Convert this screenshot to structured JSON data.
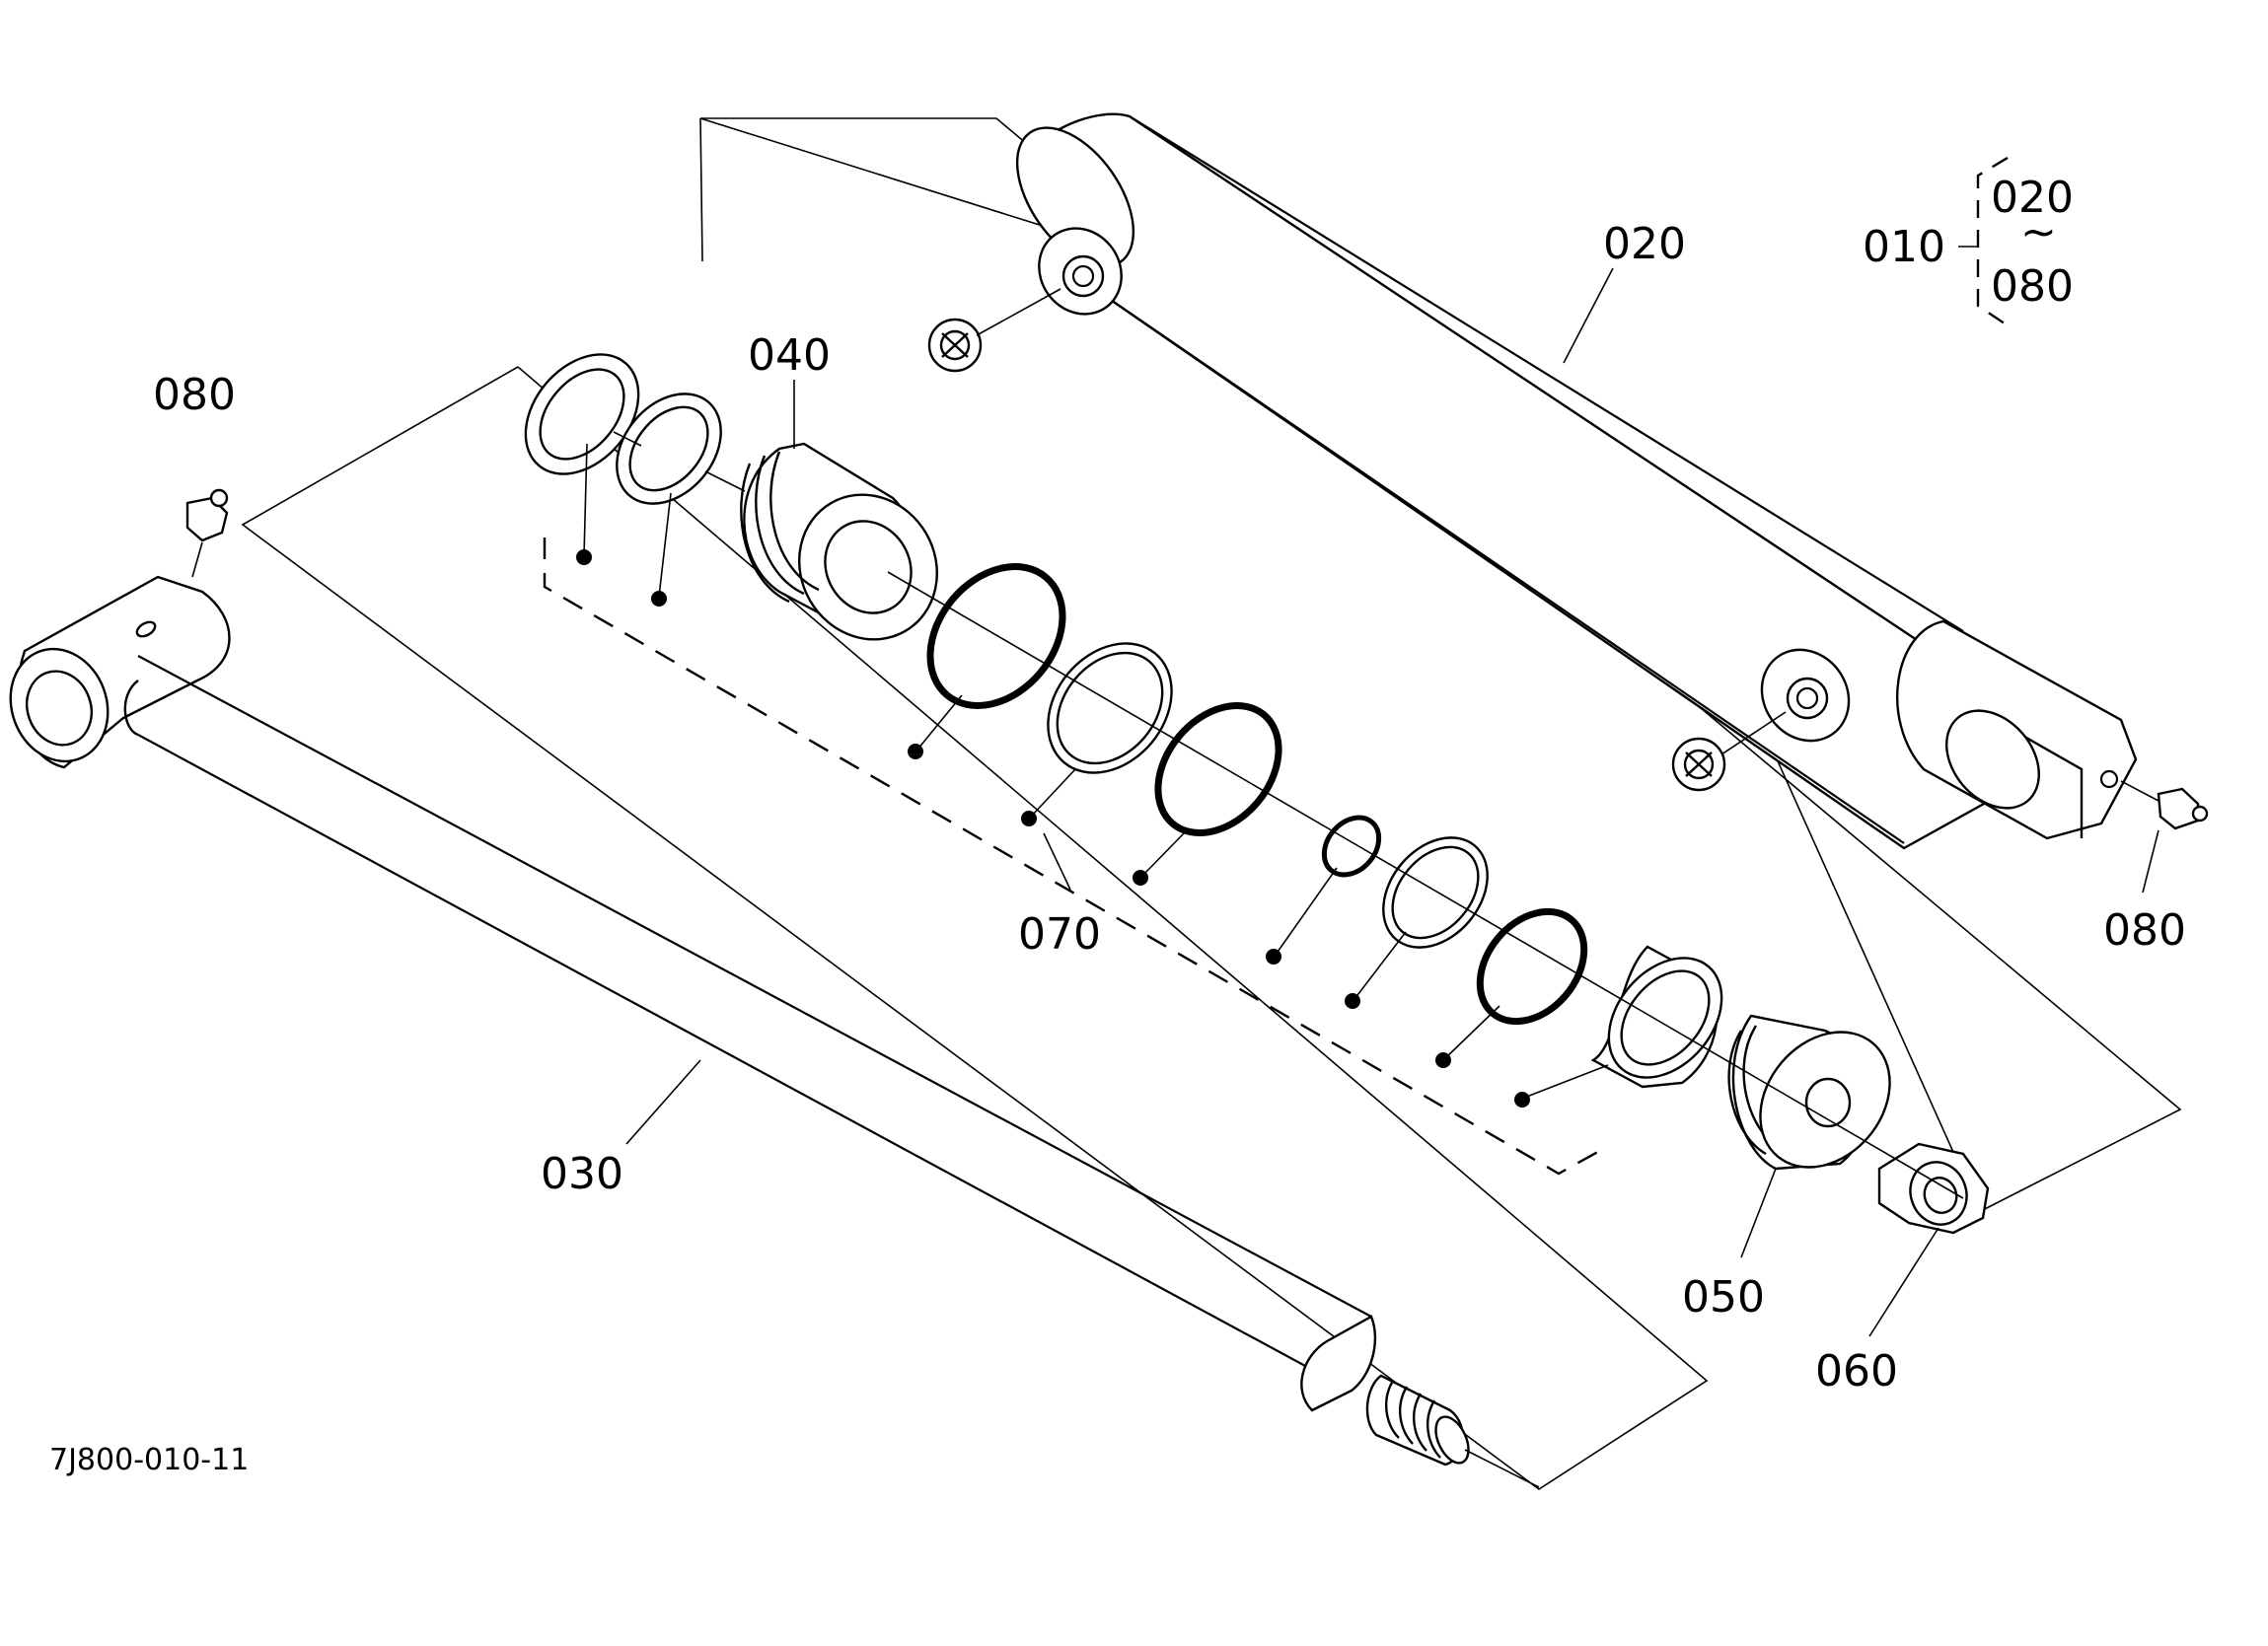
{
  "diagram": {
    "drawing_code": "7J800-010-11",
    "labels": {
      "p010": "010",
      "p020": "020",
      "p020_range_start": "020",
      "p020_range_tilde": "~",
      "p080_range_end": "080",
      "p030": "030",
      "p040": "040",
      "p050": "050",
      "p060": "060",
      "p070": "070",
      "p080_left": "080",
      "p080_right": "080"
    }
  }
}
